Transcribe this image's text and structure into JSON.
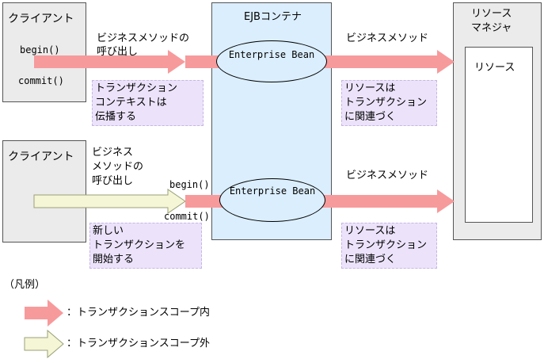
{
  "client_top": {
    "title": "クライアント",
    "begin": "begin()",
    "commit": "commit()"
  },
  "client_bottom": {
    "title": "クライアント"
  },
  "ejb_container": {
    "title": "EJBコンテナ",
    "bean_top": "Enterprise Bean",
    "bean_bottom": "Enterprise Bean"
  },
  "resource_manager": {
    "title_line1": "リソース",
    "title_line2": "マネジャ",
    "resource": "リソース"
  },
  "top_flow": {
    "call_line1": "ビジネスメソッドの",
    "call_line2": "呼び出し",
    "propagate_note": "トランザクション\nコンテキストは\n伝播する",
    "business_method": "ビジネスメソッド",
    "resource_note": "リソースは\nトランザクション\nに関連づく"
  },
  "bottom_flow": {
    "call_text": "ビジネス\nメソッドの\n呼び出し",
    "begin": "begin()",
    "commit": "commit()",
    "new_tx_note": "新しい\nトランザクションを\n開始する",
    "business_method": "ビジネスメソッド",
    "resource_note": "リソースは\nトランザクション\nに関連づく"
  },
  "legend": {
    "title": "（凡例）",
    "inside": "：トランザクションスコープ内",
    "outside": "：トランザクションスコープ外"
  },
  "colors": {
    "in_scope": "#f79a9c",
    "out_scope": "#f5f6d6",
    "ejb_bg": "#dbeefd",
    "note_bg": "#ece3fb",
    "client_bg": "#ebebeb"
  }
}
